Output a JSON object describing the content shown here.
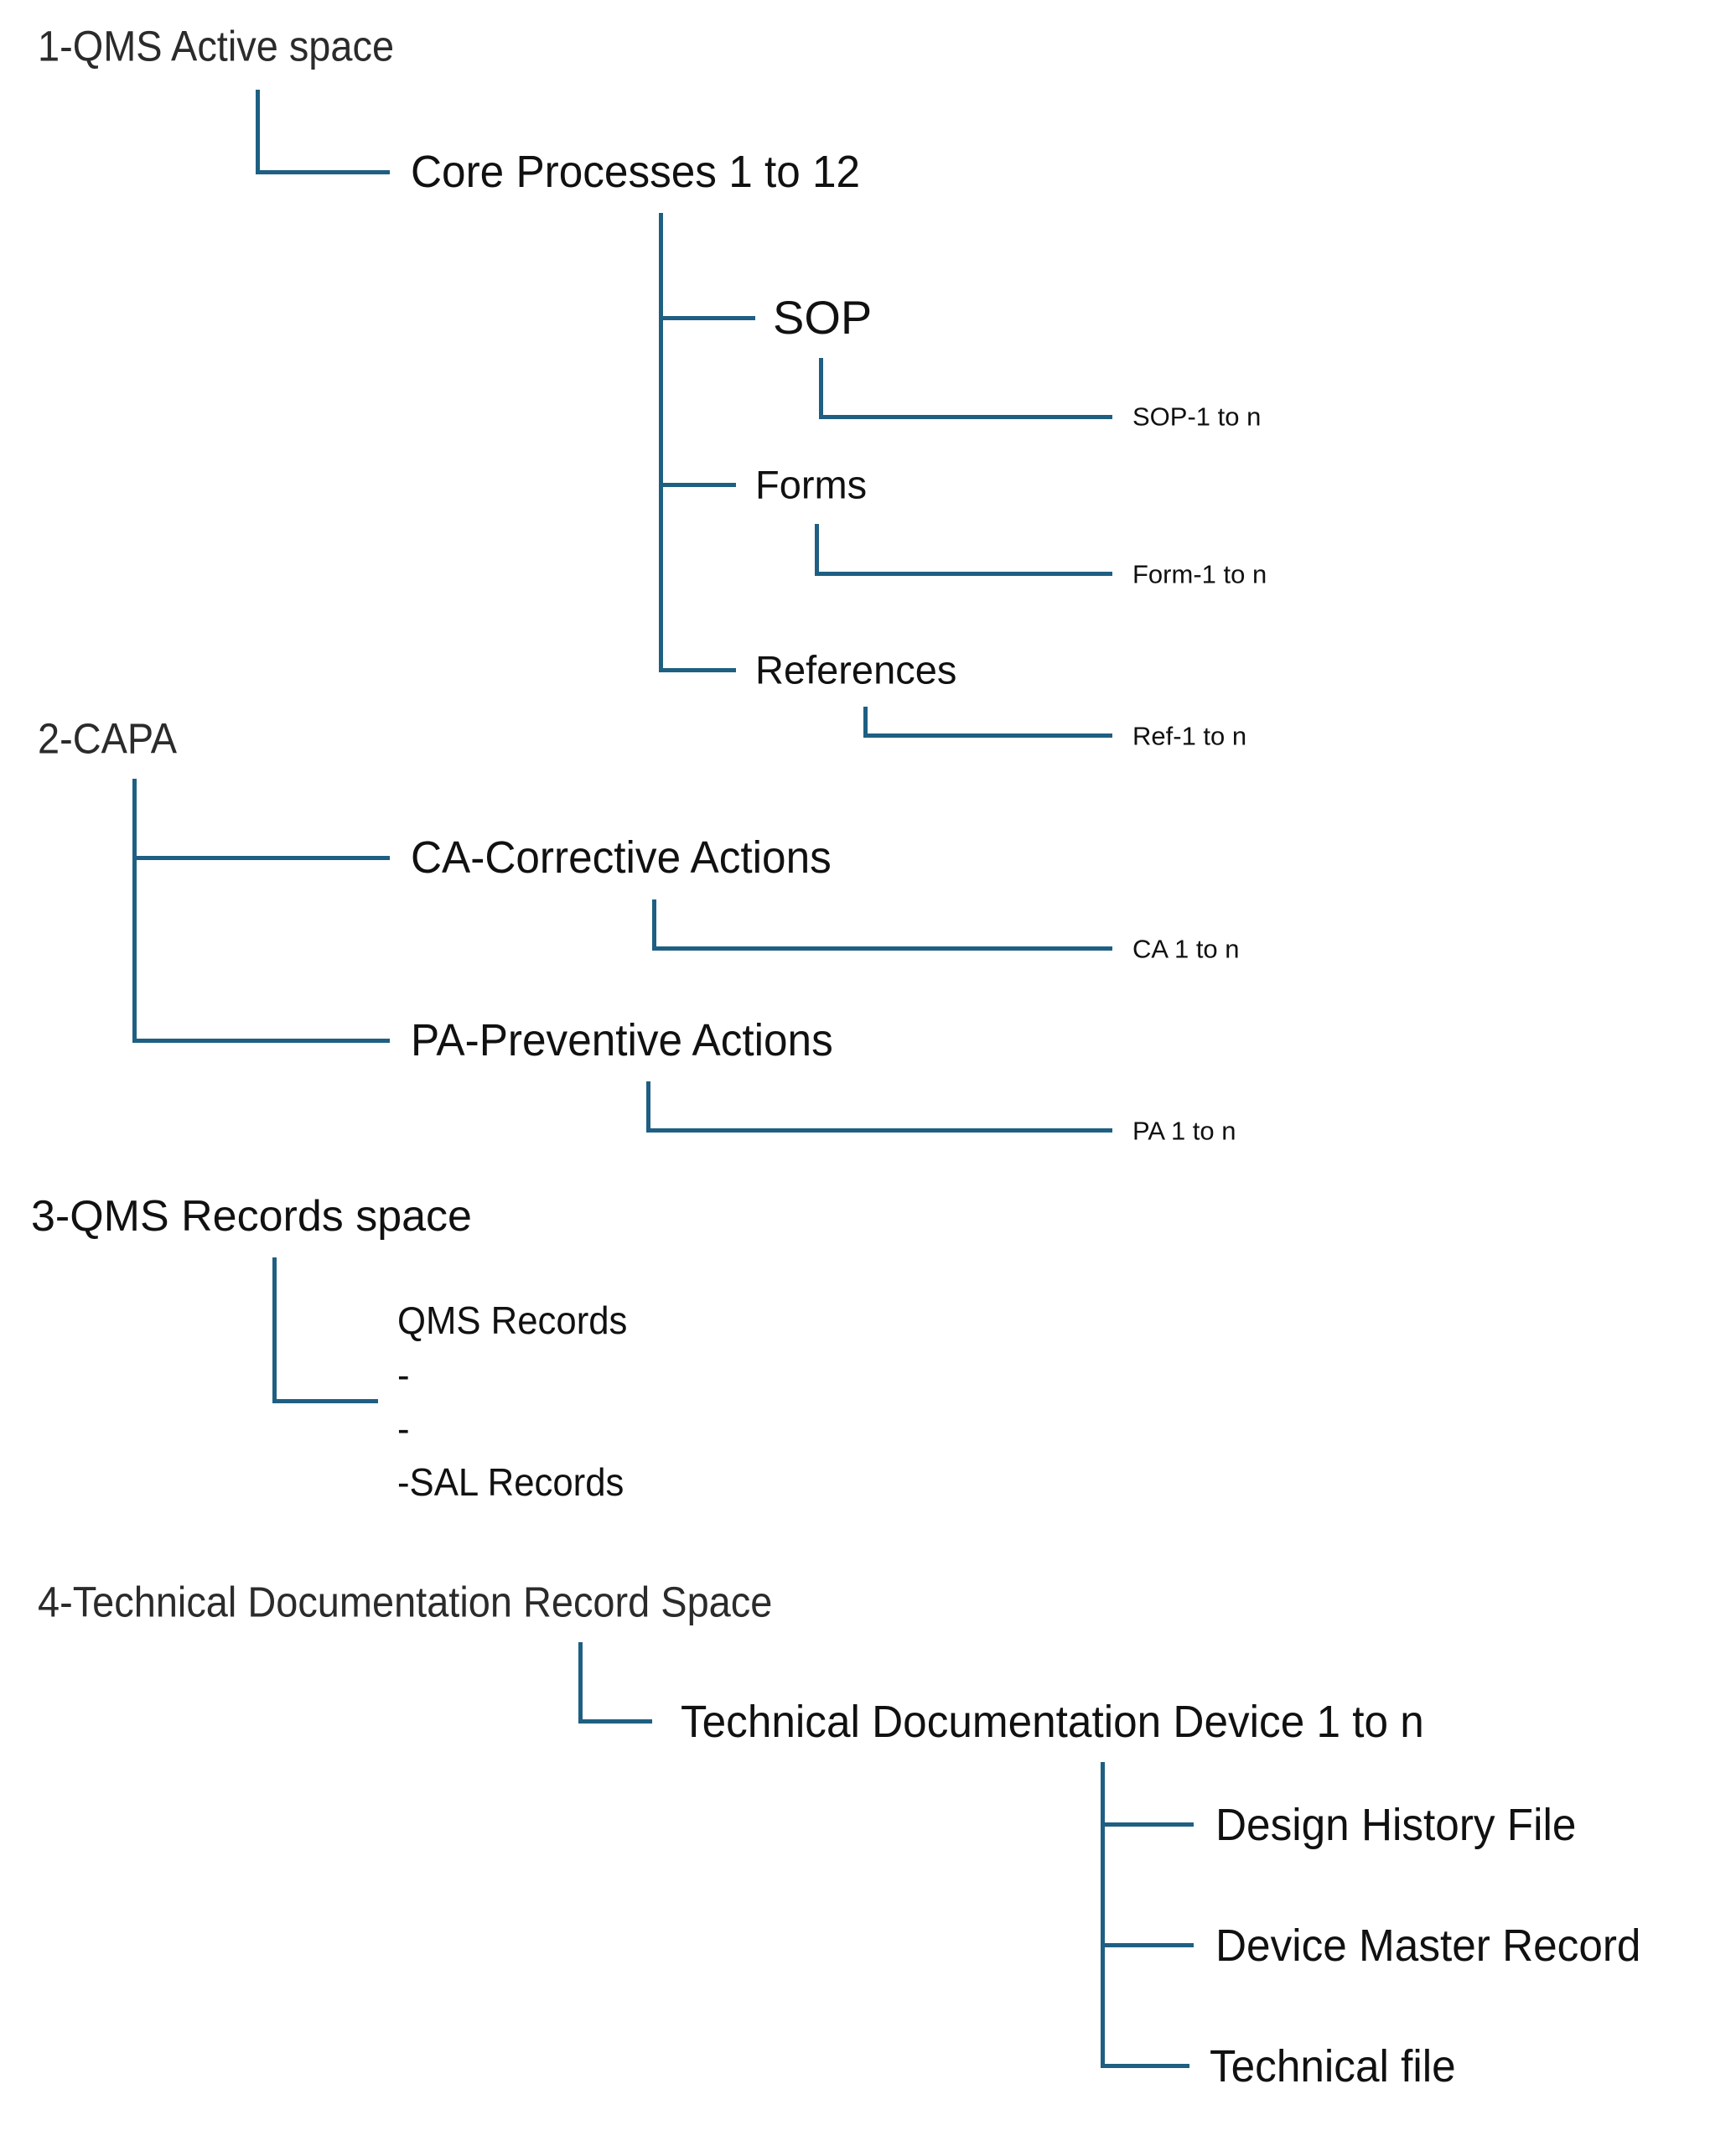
{
  "diagram": {
    "line_color": "#1e5f82",
    "sections": [
      {
        "title": "1-QMS Active space",
        "child": {
          "label": "Core Processes 1 to 12",
          "children": [
            {
              "label": "SOP",
              "leaf": "SOP-1 to n"
            },
            {
              "label": "Forms",
              "leaf": "Form-1 to n"
            },
            {
              "label": "References",
              "leaf": "Ref-1 to n"
            }
          ]
        }
      },
      {
        "title": "2-CAPA",
        "children": [
          {
            "label": "CA-Corrective Actions",
            "leaf": "CA 1 to n"
          },
          {
            "label": "PA-Preventive Actions",
            "leaf": "PA 1 to n"
          }
        ]
      },
      {
        "title": "3-QMS Records space",
        "records_lines": [
          "QMS Records",
          "-",
          "-",
          "-SAL Records"
        ]
      },
      {
        "title": "4-Technical Documentation Record Space",
        "child": {
          "label": "Technical Documentation Device 1 to n",
          "children": [
            {
              "label": "Design History File"
            },
            {
              "label": "Device Master Record"
            },
            {
              "label": "Technical file"
            }
          ]
        }
      }
    ]
  }
}
